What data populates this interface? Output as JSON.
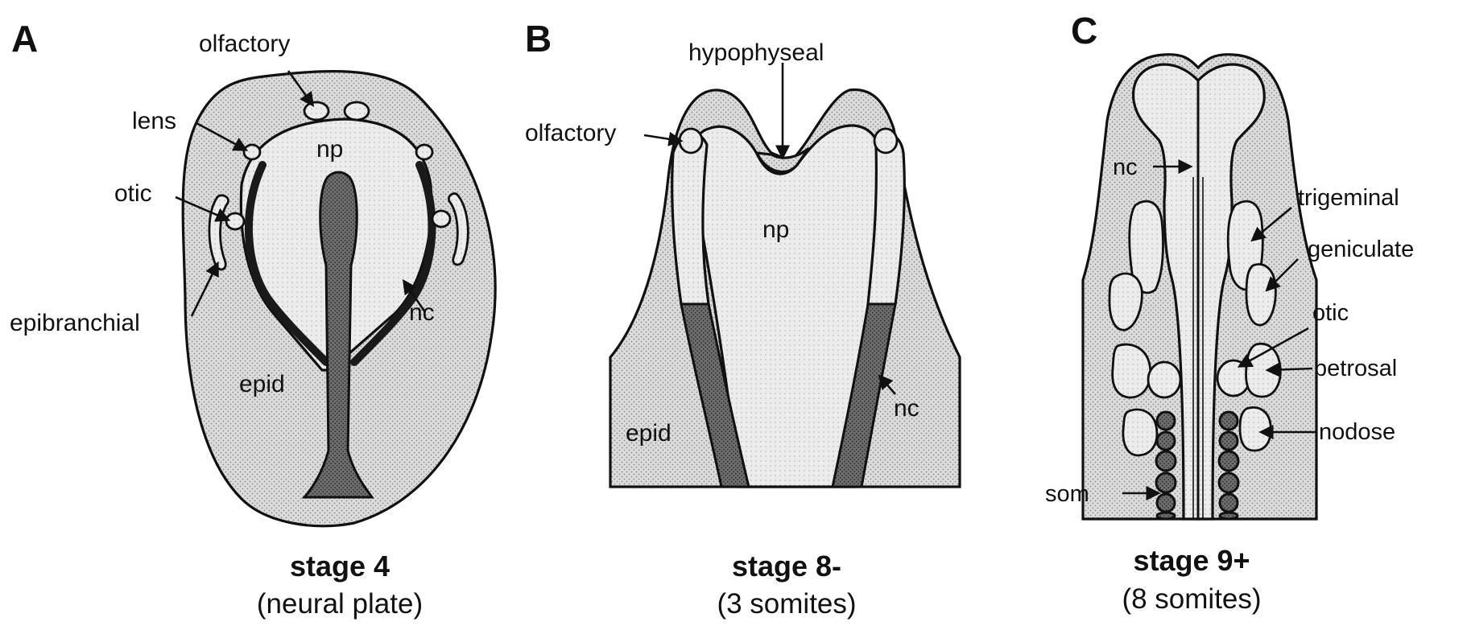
{
  "panels": [
    {
      "letter": "A",
      "labels": {
        "olfactory": "olfactory",
        "lens": "lens",
        "otic": "otic",
        "epibranchial": "epibranchial",
        "np": "np",
        "nc": "nc",
        "epid": "epid"
      },
      "caption_title": "stage 4",
      "caption_sub": "(neural plate)"
    },
    {
      "letter": "B",
      "labels": {
        "hypophyseal": "hypophyseal",
        "olfactory": "olfactory",
        "np": "np",
        "nc": "nc",
        "epid": "epid"
      },
      "caption_title": "stage 8-",
      "caption_sub": "(3 somites)"
    },
    {
      "letter": "C",
      "labels": {
        "nc": "nc",
        "trigeminal": "trigeminal",
        "geniculate": "geniculate",
        "otic": "otic",
        "petrosal": "petrosal",
        "nodose": "nodose",
        "som": "som"
      },
      "caption_title": "stage 9+",
      "caption_sub": "(8 somites)"
    }
  ]
}
